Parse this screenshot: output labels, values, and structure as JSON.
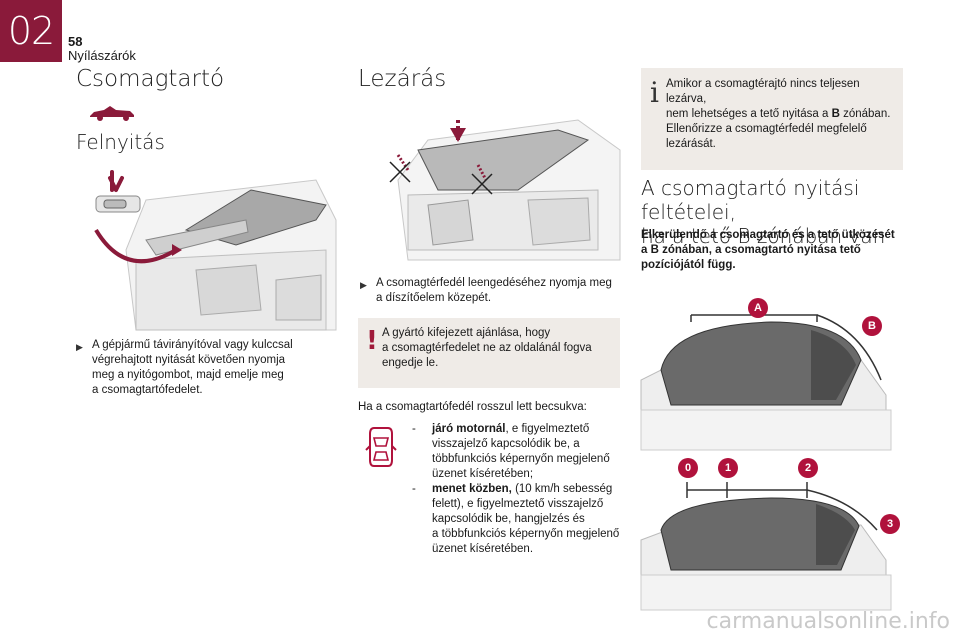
{
  "header": {
    "chapter": "02",
    "page_number": "58",
    "section": "Nyílászárók"
  },
  "left": {
    "title": "Csomagtartó",
    "subtitle": "Felnyitás",
    "instruction": [
      "A gépjármű távirányítóval vagy kulccsal",
      "végrehajtott nyitását követően nyomja",
      "meg a nyitógombot, majd emelje meg",
      "a csomagtartófedelet."
    ]
  },
  "middle": {
    "title": "Lezárás",
    "instruction": [
      "A csomagtérfedél leengedéséhez nyomja meg",
      "a díszítőelem közepét."
    ],
    "warning": [
      "A gyártó kifejezett ajánlása, hogy",
      "a csomagtérfedelet ne az oldalánál fogva",
      "engedje le."
    ],
    "bad_close_intro": "Ha a csomagtartófedél rosszul lett becsukva:",
    "engine_running_label": "járó motornál",
    "engine_running_text": [
      ", e figyelmeztető",
      "visszajelző kapcsolódik be, a",
      "többfunkciós képernyőn megjelenő",
      "üzenet kíséretében;"
    ],
    "moving_label": "menet közben,",
    "moving_text": [
      " (10 km/h sebesség",
      "felett), e figyelmeztető visszajelző",
      "kapcsolódik be, hangjelzés és",
      "a többfunkciós képernyőn megjelenő",
      "üzenet kíséretében."
    ],
    "dash": "-"
  },
  "right": {
    "info": {
      "line1": "Amikor a csomagtérajtó nincs teljesen lezárva,",
      "line2_pre": "nem lehetséges a tető nyitása a ",
      "line2_bold": "B",
      "line2_post": " zónában.",
      "line3": "Ellenőrizze a csomagtérfedél megfelelő",
      "line4": "lezárását."
    },
    "title_line1": "A csomagtartó nyitási feltételei,",
    "title_line2": "ha a tető B zónában van",
    "intro": [
      "Elkerülendő a csomagtartó és a tető ütközését",
      "a B zónában, a csomagtartó nyitása tető",
      "pozíciójától függ."
    ],
    "zone_labels": [
      "A",
      "B"
    ],
    "position_labels": [
      "0",
      "1",
      "2",
      "3"
    ]
  },
  "watermark": "carmanualsonline.info",
  "colors": {
    "brand": "#8a1a3a",
    "accent": "#b0123c",
    "notice_bg": "#efebe7"
  }
}
